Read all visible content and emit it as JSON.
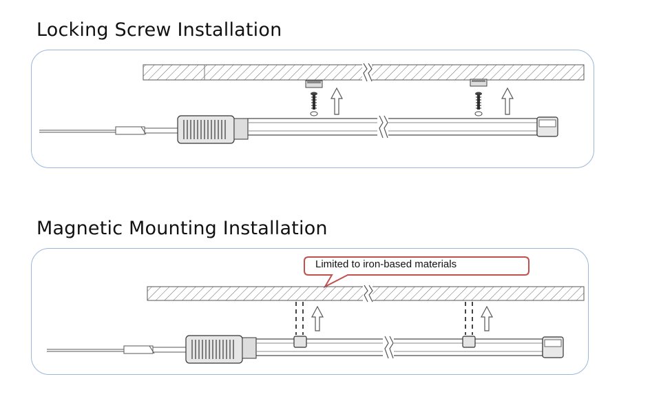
{
  "sections": {
    "locking": {
      "title": "Locking Screw Installation"
    },
    "magnetic": {
      "title": "Magnetic Mounting Installation",
      "callout": "Limited to iron-based materials"
    }
  },
  "colors": {
    "panel_border": "#9ab6dc",
    "callout_border": "#c0504d",
    "line": "#555555"
  }
}
